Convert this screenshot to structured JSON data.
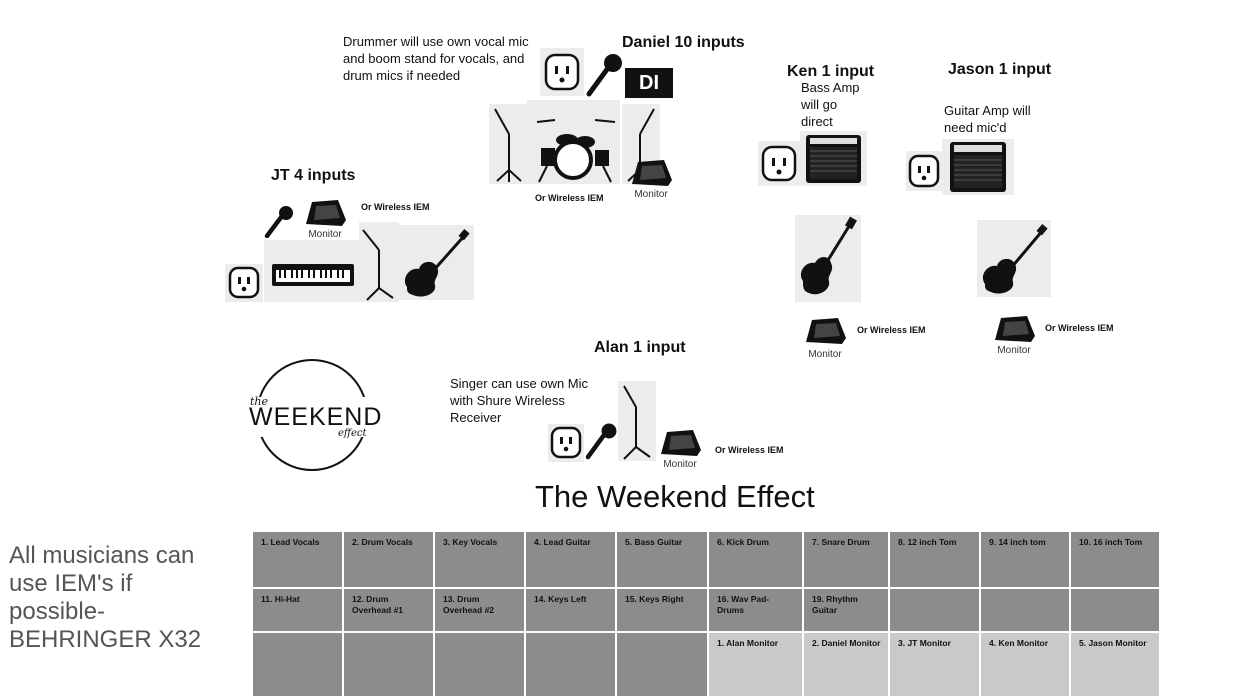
{
  "stage": {
    "daniel": {
      "title": "Daniel 10 inputs",
      "note": "Drummer will use own vocal mic and boom stand for vocals, and drum mics if needed",
      "iem": "Or Wireless IEM",
      "monitor": "Monitor",
      "di": "DI"
    },
    "ken": {
      "title": "Ken 1 input",
      "note": "Bass Amp will go direct",
      "iem": "Or Wireless IEM",
      "monitor": "Monitor"
    },
    "jason": {
      "title": "Jason 1 input",
      "note": "Guitar Amp will need mic'd",
      "iem": "Or Wireless IEM",
      "monitor": "Monitor"
    },
    "jt": {
      "title": "JT 4 inputs",
      "iem": "Or Wireless IEM",
      "monitor": "Monitor"
    },
    "alan": {
      "title": "Alan 1 input",
      "note": "Singer  can use own Mic with Shure Wireless Receiver",
      "iem": "Or Wireless IEM",
      "monitor": "Monitor"
    }
  },
  "logo": {
    "top": "the",
    "main": "WEEKEND",
    "sub": "effect"
  },
  "band_title": "The Weekend Effect",
  "side_note": "All musicians can use IEM's if possible- BEHRINGER X32",
  "channels": {
    "inputs_row1": [
      "1. Lead Vocals",
      "2. Drum Vocals",
      "3. Key Vocals",
      "4. Lead Guitar",
      "5. Bass Guitar",
      "6. Kick  Drum",
      "7. Snare Drum",
      "8. 12 inch Tom",
      "9. 14 inch tom",
      "10. 16 inch Tom"
    ],
    "inputs_row2": [
      "11. Hi-Hat",
      "12. Drum Overhead #1",
      "13. Drum Overhead #2",
      "14. Keys Left",
      "15. Keys Right",
      "16. Wav Pad- Drums",
      "19. Rhythm Guitar",
      "",
      "",
      ""
    ],
    "monitors_row": [
      "",
      "",
      "",
      "",
      "",
      "1. Alan Monitor",
      "2. Daniel Monitor",
      "3. JT Monitor",
      "4. Ken Monitor",
      "5. Jason Monitor"
    ]
  }
}
